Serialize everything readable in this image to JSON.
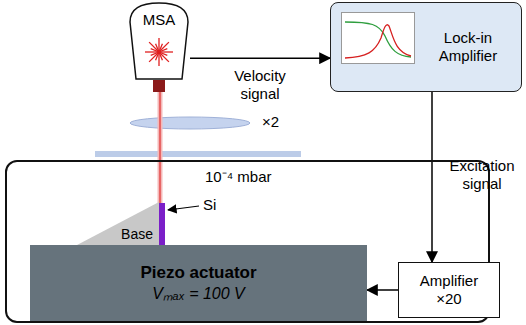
{
  "diagram": {
    "nodes": [
      {
        "text": [
          "MSA"
        ]
      },
      {
        "text": [
          "Lock-in Amplifier"
        ]
      },
      {
        "text": [
          "10⁻⁴ mbar"
        ]
      },
      {
        "text": [
          "Base"
        ],
        "in": 2
      },
      {
        "text": [
          "Piezo actuator",
          "Vₘₐₓ = 100 V"
        ],
        "in": 2
      },
      {
        "text": [
          "Amplifier",
          "×20"
        ]
      }
    ],
    "edges": [
      {
        "from": 0,
        "to": 1,
        "label": "Velocity signal",
        "arrow": "to"
      },
      {
        "from": 1,
        "to": 5,
        "label": "Excitation signal",
        "arrow": "to"
      },
      {
        "from": 5,
        "to": 4,
        "arrow": "to"
      }
    ],
    "labels": [
      "Si",
      "×2"
    ]
  }
}
